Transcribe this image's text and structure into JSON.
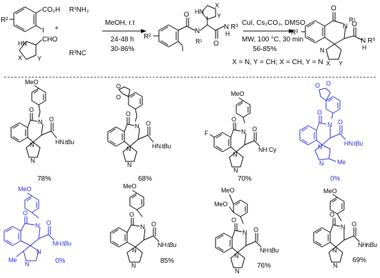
{
  "reaction": {
    "reagent_acid": [
      "R²",
      "CO₂H",
      "I"
    ],
    "amine": "R¹NH₂",
    "isocyanide": "R³NC",
    "aldehyde": [
      "CHO",
      "HN",
      "X",
      "Y"
    ],
    "plus": "+",
    "step1": {
      "line1": "MeOH, r.t",
      "line2": "24-48 h",
      "line3": "30-86%"
    },
    "intermediate": [
      "R²",
      "I",
      "N",
      "R¹",
      "O",
      "O",
      "HN",
      "X",
      "Y",
      "N",
      "H",
      "R³"
    ],
    "step2": {
      "line1": "CuI, Cs₂CO₃, DMSO",
      "line2": "MW, 100 °C, 30 min",
      "line3": "56-85%"
    },
    "conditions_note": "X = N, Y = CH; X = CH, Y = N",
    "product": [
      "O",
      "N",
      "R¹",
      "O",
      "R²",
      "N",
      "X",
      "Y",
      "N",
      "H",
      "R³"
    ]
  },
  "examples": [
    {
      "yield": "78%",
      "labels": [
        "MeO",
        "O",
        "N",
        "O",
        "N",
        "N",
        "HN",
        "tBu"
      ],
      "highlight": false
    },
    {
      "yield": "68%",
      "labels": [
        "O",
        "O",
        "O",
        "N",
        "O",
        "N",
        "N",
        "HN",
        "tBu"
      ],
      "highlight": false
    },
    {
      "yield": "70%",
      "labels": [
        "MeO",
        "F",
        "O",
        "N",
        "O",
        "N",
        "N",
        "NH",
        "Cy"
      ],
      "highlight": false
    },
    {
      "yield": "0%",
      "labels": [
        "O",
        "O",
        "O",
        "N",
        "O",
        "N",
        "N",
        "HN",
        "tBu",
        "Me"
      ],
      "highlight": true
    },
    {
      "yield": "0%",
      "labels": [
        "MeO",
        "O",
        "N",
        "O",
        "N",
        "N",
        "NH",
        "tBu",
        "Me"
      ],
      "highlight": true
    },
    {
      "yield": "85%",
      "labels": [
        "MeO",
        "O",
        "N",
        "O",
        "N",
        "N",
        "NH",
        "tBu"
      ],
      "highlight": false
    },
    {
      "yield": "76%",
      "labels": [
        "MeO",
        "MeO",
        "O",
        "N",
        "O",
        "N",
        "N",
        "NH",
        "tBu"
      ],
      "highlight": false
    },
    {
      "yield": "69%",
      "labels": [
        "MeO",
        "O",
        "N",
        "O",
        "N",
        "N",
        "NH",
        "nBu"
      ],
      "highlight": false
    }
  ]
}
